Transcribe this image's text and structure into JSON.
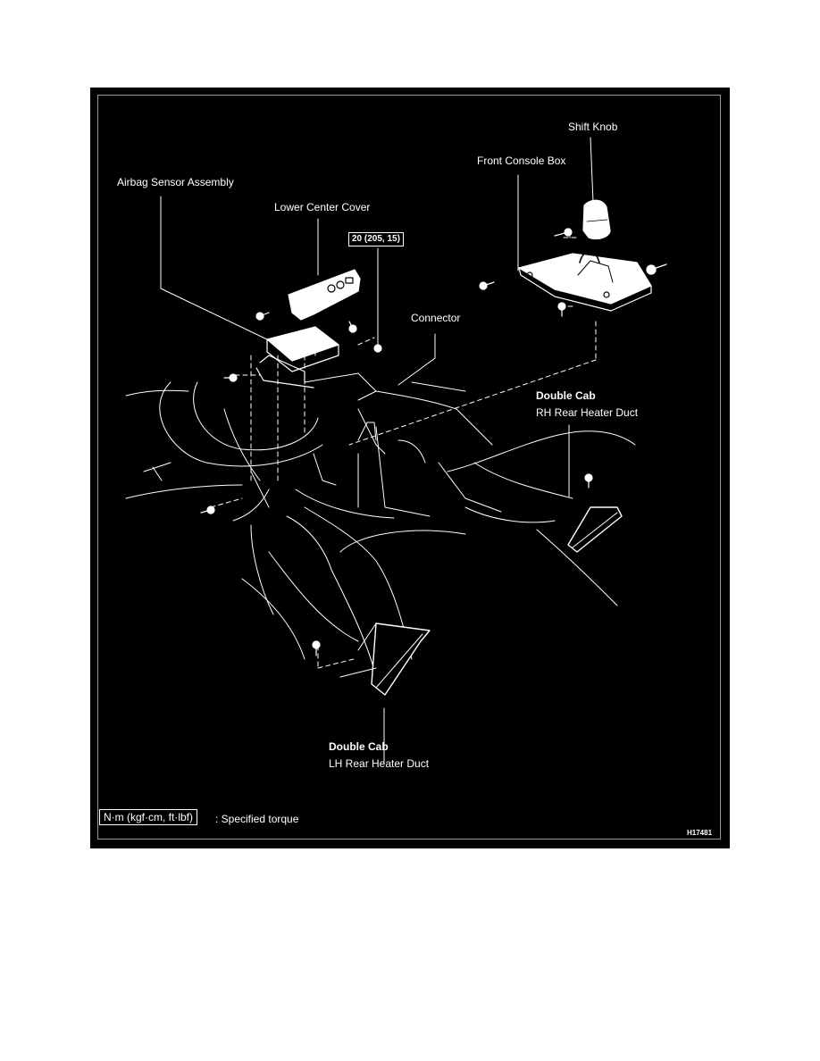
{
  "labels": {
    "shift_knob": "Shift Knob",
    "front_console_box": "Front Console Box",
    "airbag_sensor_assembly": "Airbag Sensor Assembly",
    "lower_center_cover": "Lower Center Cover",
    "torque_value": "20 (205, 15)",
    "connector": "Connector",
    "rh_heater_duct_title": "Double Cab",
    "rh_heater_duct_name": "RH Rear Heater Duct",
    "lh_heater_duct_title": "Double Cab",
    "lh_heater_duct_name": "LH Rear Heater Duct"
  },
  "legend": {
    "unit_box": "N·m (kgf·cm, ft·lbf)",
    "description": ": Specified torque"
  },
  "figure_id": "H17481",
  "colors": {
    "background": "#000000",
    "line": "#ffffff",
    "page": "#ffffff"
  }
}
